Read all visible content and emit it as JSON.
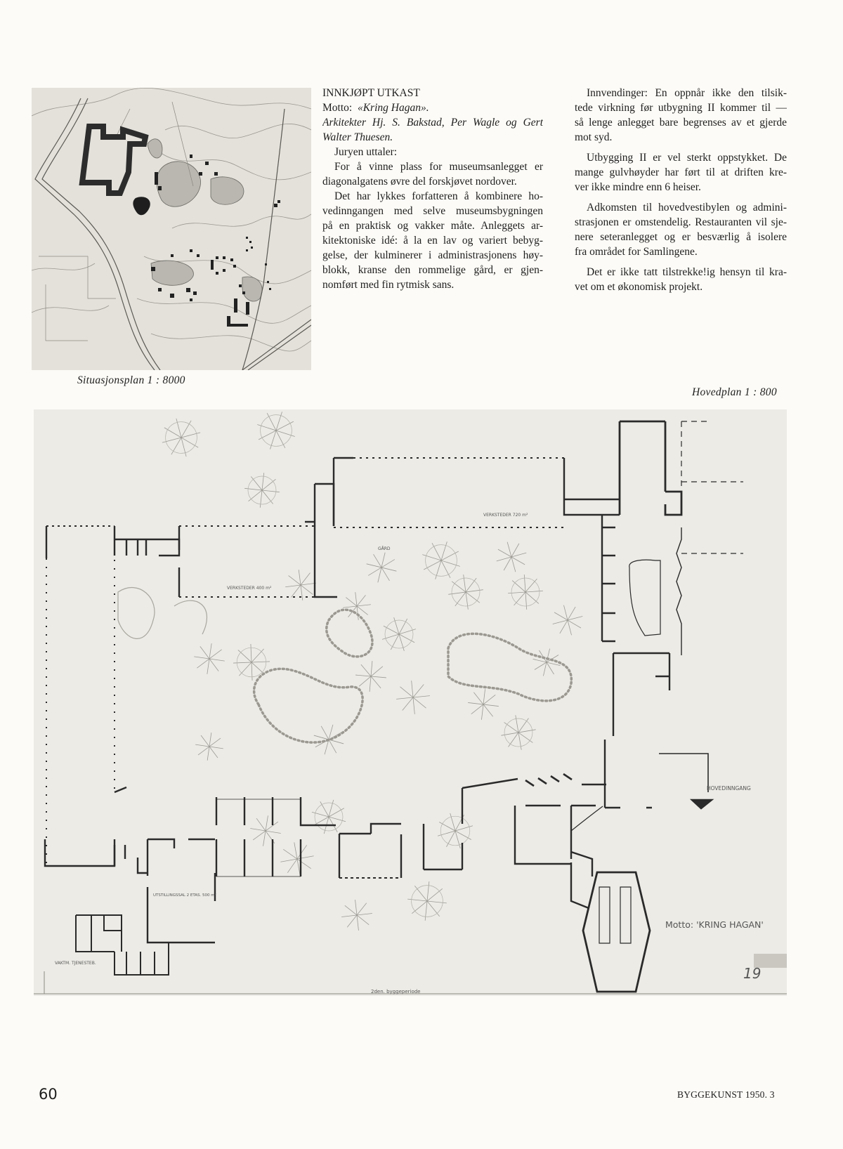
{
  "site_plan": {
    "caption": "Situasjonsplan 1 : 8000"
  },
  "article": {
    "heading": "INNKJØPT UTKAST",
    "motto_label": "Motto:",
    "motto_value": "«Kring Hagan».",
    "architects_lines": [
      "Arkitekter Hj. S. Bakstad, Per Wagle og Gert",
      "Walter Thuesen."
    ],
    "jury_intro": "Juryen uttaler:",
    "paragraphs": [
      [
        "For å vinne plass for museumsanlegget er",
        "diagonalgatens øvre del forskjøvet nordover."
      ],
      [
        "Det har lykkes forfatteren å kombinere ho-",
        "vedinngangen med selve museumsbygningen",
        "på en praktisk og vakker måte. Anleggets ar-",
        "kitektoniske idé: å la en lav og variert bebyg-",
        "gelse, der kulminerer i administrasjonens høy-",
        "blokk, kranse den rommelige gård, er gjen-",
        "nomført med fin rytmisk sans."
      ]
    ]
  },
  "objections": {
    "paragraphs": [
      [
        "Innvendinger: En oppnår ikke den tilsik-",
        "tede virkning før utbygning II kommer til —",
        "så lenge anlegget bare begrenses av et gjerde",
        "mot syd."
      ],
      [
        "Utbygging II er vel sterkt oppstykket. De",
        "mange gulvhøyder har ført til at driften kre-",
        "ver ikke mindre enn 6 heiser."
      ],
      [
        "Adkomsten til hovedvestibylen og admini-",
        "strasjonen er omstendelig. Restauranten vil sje-",
        "nere seteranlegget og er besværlig å isolere",
        "fra området for Samlingene."
      ],
      [
        "Det er ikke tatt tilstrekke!ig hensyn til kra-",
        "vet om et økonomisk projekt."
      ]
    ]
  },
  "main_plan": {
    "caption": "Hovedplan 1 : 800",
    "labels": {
      "workshop_720": "VERKSTEDER 720 m²",
      "workshop_400": "VERKSTEDER 400 m²",
      "courtyard": "GÅRD",
      "main_entrance": "HOVEDINNGANG",
      "exhibition_hall": "UTSTILLINGSSAL 2 ETAS. 500 m²",
      "caretaker": "VAKTM. TJENESTEB.",
      "second_phase": "2den. byggeperiode"
    },
    "motto": "Motto: 'KRING HAGAN'",
    "sheet_number": "19"
  },
  "footer": {
    "page_number": "60",
    "journal": "BYGGEKUNST 1950. 3"
  },
  "colors": {
    "paper": "#fcfbf7",
    "drawing_paper": "#ecebe6",
    "ink": "#1e1e1e"
  }
}
